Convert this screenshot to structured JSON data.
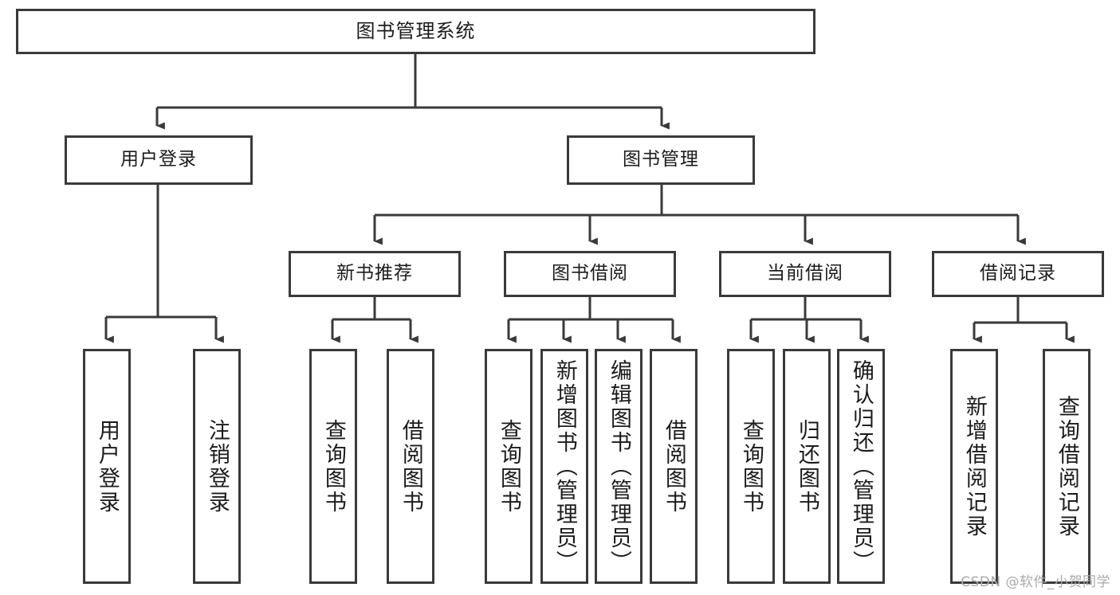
{
  "diagram": {
    "title": "图书管理系统",
    "watermark": "CSDN @软件_小贺同学",
    "stroke_color": "#3a3a3a",
    "text_color": "#1b1b1b",
    "background": "#ffffff",
    "nodes": {
      "root": "图书管理系统",
      "user_login": "用户登录",
      "book_manage": "图书管理",
      "new_book_rec": "新书推荐",
      "book_borrow": "图书借阅",
      "current_borrow": "当前借阅",
      "borrow_record": "借阅记录",
      "leaf_user_login": "用户登录",
      "leaf_logout_login": "注销登录",
      "leaf_query_book_1": "查询图书",
      "leaf_borrow_book_1": "借阅图书",
      "leaf_query_book_2": "查询图书",
      "leaf_add_book_admin": "新增图书（管理员）",
      "leaf_edit_book_admin": "编辑图书（管理员）",
      "leaf_borrow_book_2": "借阅图书",
      "leaf_query_book_3": "查询图书",
      "leaf_return_book": "归还图书",
      "leaf_confirm_return_admin": "确认归还（管理员）",
      "leaf_add_record": "新增借阅记录",
      "leaf_query_record": "查询借阅记录"
    }
  }
}
